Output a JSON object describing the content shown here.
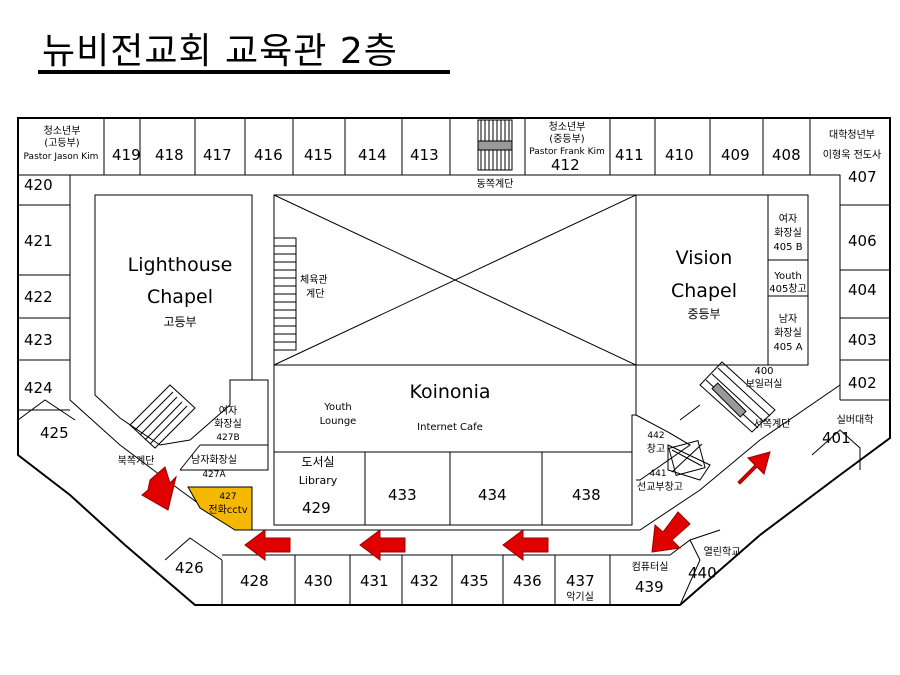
{
  "title": "뉴비전교회 교육관 2층",
  "rooms": {
    "r420": "420",
    "r421": "421",
    "r422": "422",
    "r423": "423",
    "r424": "424",
    "r425": "425",
    "r426": "426",
    "r428": "428",
    "r430": "430",
    "r431": "431",
    "r432": "432",
    "r435": "435",
    "r436": "436",
    "r437": "437",
    "r439": "439",
    "r440": "440",
    "r401": "401",
    "r402": "402",
    "r403": "403",
    "r404": "404",
    "r406": "406",
    "r407": "407",
    "r408": "408",
    "r409": "409",
    "r410": "410",
    "r411": "411",
    "r412": "412",
    "r413": "413",
    "r414": "414",
    "r415": "415",
    "r416": "416",
    "r417": "417",
    "r418": "418",
    "r419": "419",
    "r429": "429",
    "r433": "433",
    "r434": "434",
    "r438": "438"
  },
  "labels": {
    "youth_dept_1": "청소년부",
    "youth_dept_1_sub": "(고등부)",
    "youth_dept_1_pastor": "Pastor Jason Kim",
    "youth_dept_2": "청소년부",
    "youth_dept_2_sub": "(중등부)",
    "youth_dept_2_pastor": "Pastor Frank Kim",
    "college_dept": "대학청년부",
    "college_pastor": "이형욱 전도사",
    "east_stairs": "동쪽계단",
    "lighthouse_1": "Lighthouse",
    "lighthouse_2": "Chapel",
    "lighthouse_sub": "고등부",
    "gym_stairs_1": "체육관",
    "gym_stairs_2": "계단",
    "vision_1": "Vision",
    "vision_2": "Chapel",
    "vision_sub": "중등부",
    "w_rest_405b_1": "여자",
    "w_rest_405b_2": "화장실",
    "w_rest_405b_3": "405 B",
    "youth_storage_1": "Youth",
    "youth_storage_2": "405창고",
    "m_rest_405a_1": "남자",
    "m_rest_405a_2": "화장실",
    "m_rest_405a_3": "405 A",
    "boiler_1": "400",
    "boiler_2": "보일러실",
    "koinonia": "Koinonia",
    "internet_cafe": "Internet Cafe",
    "youth_lounge_1": "Youth",
    "youth_lounge_2": "Lounge",
    "w_rest_427b_1": "여자",
    "w_rest_427b_2": "화장실",
    "w_rest_427b_3": "427B",
    "m_rest_427a_1": "남자화장실",
    "m_rest_427a_2": "427A",
    "phone_cctv_1": "427",
    "phone_cctv_2": "전화cctv",
    "north_stairs": "북쪽계단",
    "west_stairs": "서쪽계단",
    "library_1": "도서실",
    "library_2": "Library",
    "storage_442_1": "442",
    "storage_442_2": "창고",
    "mission_storage_1": "441",
    "mission_storage_2": "선교부창고",
    "computer_room": "컴퓨터실",
    "senior_college": "실버대학",
    "open_school": "열린학교",
    "music_room": "악기실"
  },
  "colors": {
    "wall": "#000000",
    "arrow": "#e00000",
    "cctv_room": "#f5b800",
    "stairs_gray": "#999999"
  }
}
